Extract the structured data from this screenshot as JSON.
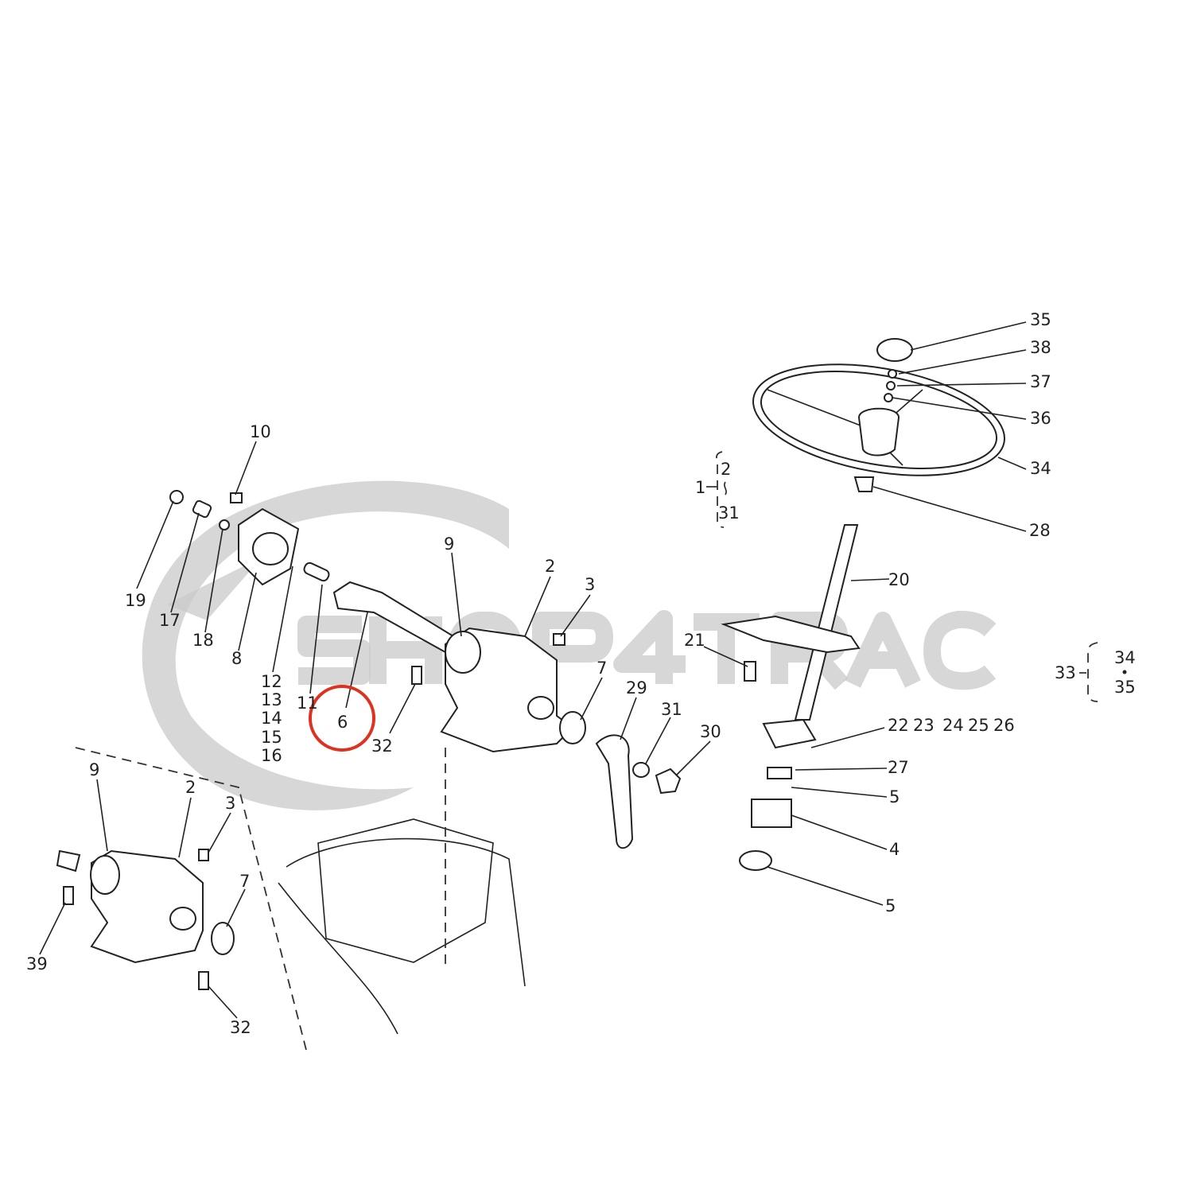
{
  "watermark": {
    "text": "SHOP4TRAC",
    "color": "#c9c9c9"
  },
  "highlight": {
    "callout": "6",
    "color": "#e0301e"
  },
  "callouts": {
    "c10": "10",
    "c19": "19",
    "c17": "17",
    "c18": "18",
    "c8": "8",
    "c12": "12",
    "c13": "13",
    "c14": "14",
    "c15": "15",
    "c16": "16",
    "c11": "11",
    "c6": "6",
    "c32a": "32",
    "c9a": "9",
    "c2a": "2",
    "c3a": "3",
    "c7a": "7",
    "c29": "29",
    "c31": "31",
    "c30": "30",
    "c21": "21",
    "c20": "20",
    "g1": "1",
    "g1from": "2",
    "g1to": "31",
    "c35": "35",
    "c38": "38",
    "c37": "37",
    "c36": "36",
    "c34": "34",
    "c28": "28",
    "g33": "33",
    "g33a": "34",
    "g33b": "35",
    "c22": "22",
    "c23": "23",
    "c24": "24",
    "c25": "25",
    "c26": "26",
    "c27": "27",
    "c5a": "5",
    "c4": "4",
    "c5b": "5",
    "c9b": "9",
    "c2b": "2",
    "c3b": "3",
    "c7b": "7",
    "c39": "39",
    "c32b": "32"
  }
}
